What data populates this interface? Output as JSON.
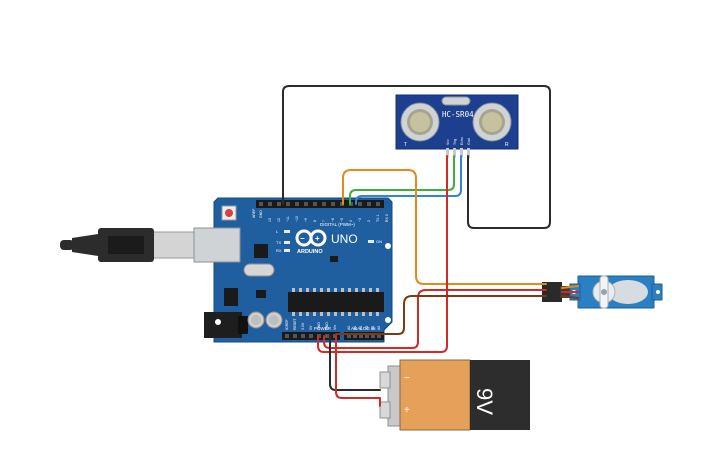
{
  "sensor": {
    "model": "HC-SR04",
    "pins": [
      "Vcc",
      "Trig",
      "Echo",
      "Gnd"
    ],
    "left_mark": "T",
    "right_mark": "R"
  },
  "board": {
    "logo": "ARDUINO",
    "model": "UNO",
    "digital_label": "DIGITAL (PWM~)",
    "analog_label": "ANALOG IN",
    "power_label": "POWER",
    "aref_label": "AREF",
    "gnd_label": "GND",
    "on_label": "ON",
    "l_label": "L",
    "tx_label": "TX",
    "rx_label": "RX",
    "digital_pins": [
      "13",
      "12",
      "~11",
      "~10",
      "~9",
      "8",
      "7",
      "~6",
      "~5",
      "4",
      "~3",
      "2",
      "TX 1",
      "RX 0"
    ],
    "power_pins": [
      "IOREF",
      "RESET",
      "3.3V",
      "5V",
      "GND",
      "GND",
      "Vin"
    ],
    "analog_pins": [
      "A0",
      "A1",
      "A2",
      "A3",
      "A4",
      "A5"
    ]
  },
  "battery": {
    "voltage": "9V",
    "minus": "−",
    "plus": "+"
  },
  "colors": {
    "board": "#1f5fa0",
    "sensor": "#1c3f8f",
    "wire_black": "#2b2b2b",
    "wire_red": "#d22a24",
    "wire_orange": "#e58a17",
    "wire_green": "#3fae3f",
    "wire_blue": "#2f86d4",
    "wire_brown": "#7a3a12",
    "battery": "#e5a15a"
  }
}
